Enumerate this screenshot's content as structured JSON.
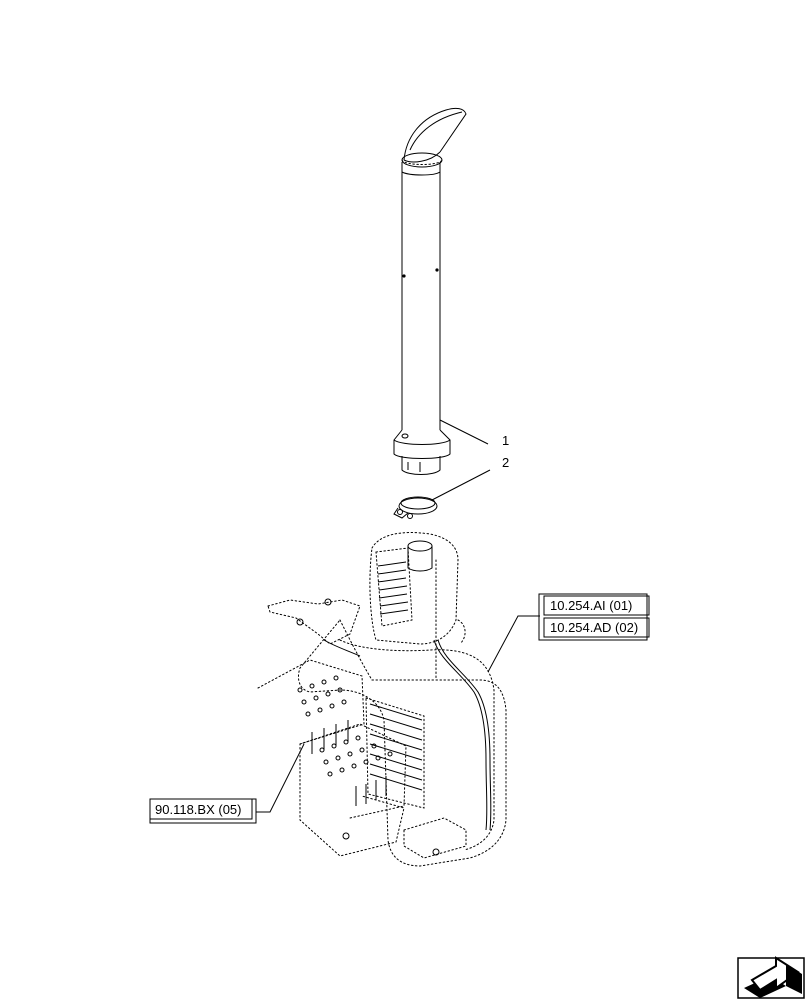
{
  "callouts": {
    "part1": "1",
    "part2": "2"
  },
  "references": {
    "ref_a": "10.254.AI (01)",
    "ref_b": "10.254.AD (02)",
    "ref_c": "90.118.BX (05)"
  },
  "icons": {
    "nav": "next-page-arrow-icon"
  }
}
